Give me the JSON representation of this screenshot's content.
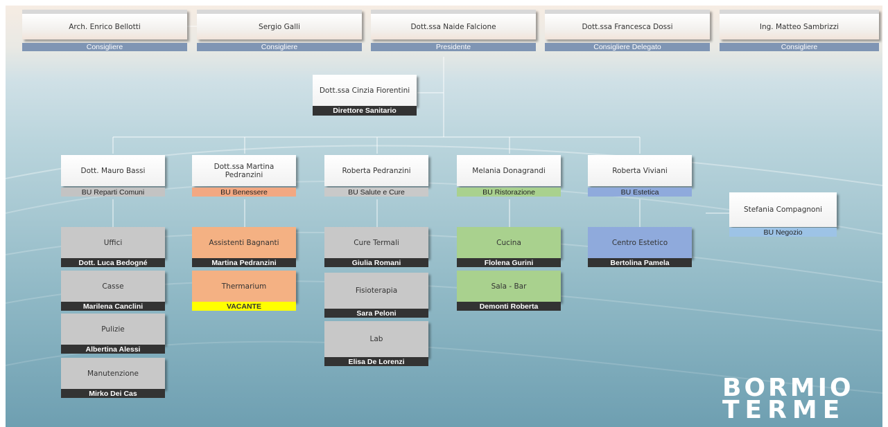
{
  "board": [
    {
      "name": "Arch. Enrico Bellotti",
      "role": "Consigliere"
    },
    {
      "name": "Sergio Galli",
      "role": "Consigliere"
    },
    {
      "name": "Dott.ssa Naide Falcione",
      "role": "Presidente"
    },
    {
      "name": "Dott.ssa Francesca Dossi",
      "role": "Consigliere Delegato"
    },
    {
      "name": "Ing. Matteo Sambrizzi",
      "role": "Consigliere"
    }
  ],
  "director": {
    "name": "Dott.ssa Cinzia Fiorentini",
    "role": "Direttore Sanitario"
  },
  "bus": [
    {
      "name": "Dott. Mauro Bassi",
      "unit": "BU Reparti Comuni",
      "color": "#c3c3c3"
    },
    {
      "name": "Dott.ssa Martina Pedranzini",
      "unit": "BU Benessere",
      "color": "#f2a882"
    },
    {
      "name": "Roberta Pedranzini",
      "unit": "BU Salute e Cure",
      "color": "#c9c9c9"
    },
    {
      "name": "Melania Donagrandi",
      "unit": "BU Ristorazione",
      "color": "#a9d18e"
    },
    {
      "name": "Roberta Viviani",
      "unit": "BU Estetica",
      "color": "#8faadc"
    },
    {
      "name": "Stefania Compagnoni",
      "unit": "BU Negozio",
      "color": "#9dc3e6"
    }
  ],
  "departments": [
    {
      "name": "Uffici",
      "person": "Dott. Luca Bedogné",
      "fill": "#c8c8c8"
    },
    {
      "name": "Casse",
      "person": "Marilena Canclini",
      "fill": "#c8c8c8"
    },
    {
      "name": "Pulizie",
      "person": "Albertina Alessi",
      "fill": "#c8c8c8"
    },
    {
      "name": "Manutenzione",
      "person": "Mirko Dei Cas",
      "fill": "#c8c8c8"
    },
    {
      "name": "Assistenti Bagnanti",
      "person": "Martina Pedranzini",
      "fill": "#f4b183"
    },
    {
      "name": "Thermarium",
      "person": "VACANTE",
      "fill": "#f4b183",
      "bar_color": "#ffff00",
      "bar_text_color": "#333333"
    },
    {
      "name": "Cure Termali",
      "person": "Giulia Romani",
      "fill": "#c8c8c8"
    },
    {
      "name": "Fisioterapia",
      "person": "Sara Peloni",
      "fill": "#c8c8c8"
    },
    {
      "name": "Lab",
      "person": "Elisa De Lorenzi",
      "fill": "#c8c8c8"
    },
    {
      "name": "Cucina",
      "person": "Flolena Gurini",
      "fill": "#a9d18e"
    },
    {
      "name": "Sala - Bar",
      "person": "Demonti Roberta",
      "fill": "#a9d18e"
    },
    {
      "name": "Centro Estetico",
      "person": "Bertolina Pamela",
      "fill": "#8faadc"
    }
  ],
  "logo": {
    "line1": "BORMIO",
    "line2": "TERME"
  }
}
